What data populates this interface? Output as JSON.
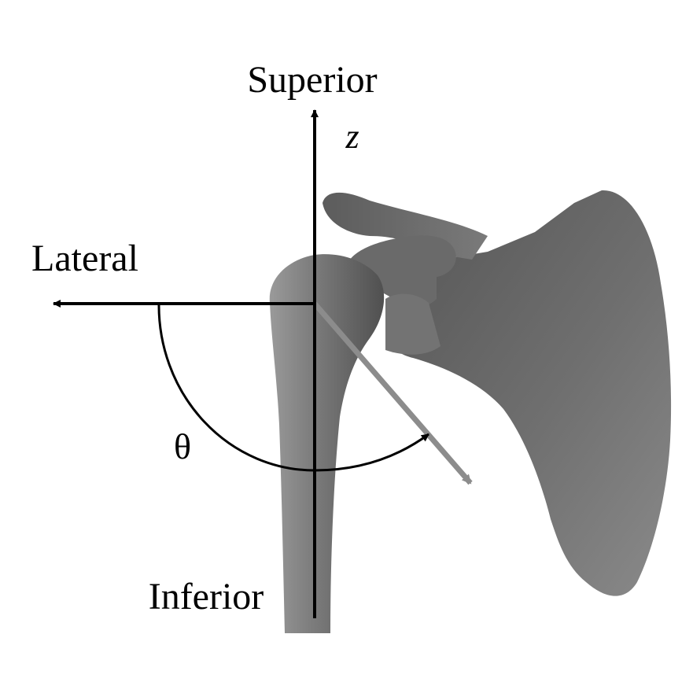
{
  "labels": {
    "superior": "Superior",
    "inferior": "Inferior",
    "lateral": "Lateral",
    "z_axis": "z",
    "angle": "θ"
  },
  "colors": {
    "background": "#ffffff",
    "axis": "#000000",
    "bone_dark": "#5a5a5a",
    "bone_mid": "#7a7a7a",
    "bone_light": "#8e8e8e",
    "vector": "#8c8c8c"
  },
  "icons": {
    "bone": "scapula-humerus-render",
    "arrow": "arrowhead"
  }
}
